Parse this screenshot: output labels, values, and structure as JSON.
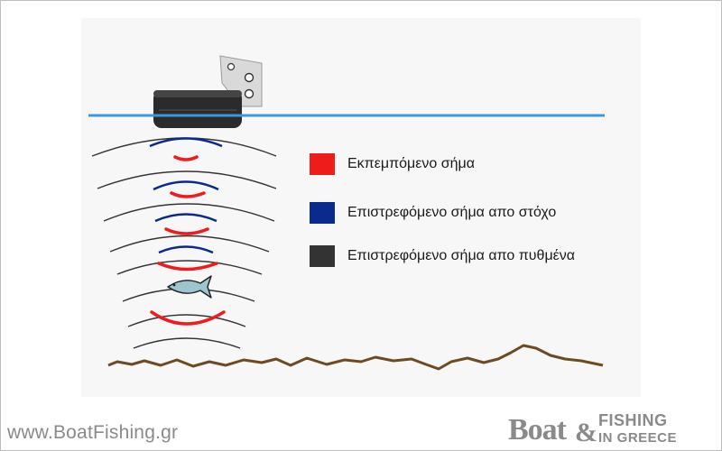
{
  "legend": [
    {
      "label": "Εκπεμπόμενο σήμα",
      "color": "#ef1c1c"
    },
    {
      "label": "Επιστρεφόμενο σήμα απο στόχο",
      "color": "#0b2a8e"
    },
    {
      "label": "Επιστρεφόμενο σήμα απο πυθμένα",
      "color": "#333333"
    }
  ],
  "colors": {
    "water_line": "#3b97e3",
    "seabed": "#6b4a24",
    "transducer": "#2a2a2a",
    "fish": "#9ec5cf"
  },
  "footer": {
    "url": "www.BoatFishing.gr",
    "logo_text": "BoatFISHING & IN GREECE"
  },
  "icons": [
    "transducer-icon",
    "fish-icon",
    "brand-logo"
  ]
}
